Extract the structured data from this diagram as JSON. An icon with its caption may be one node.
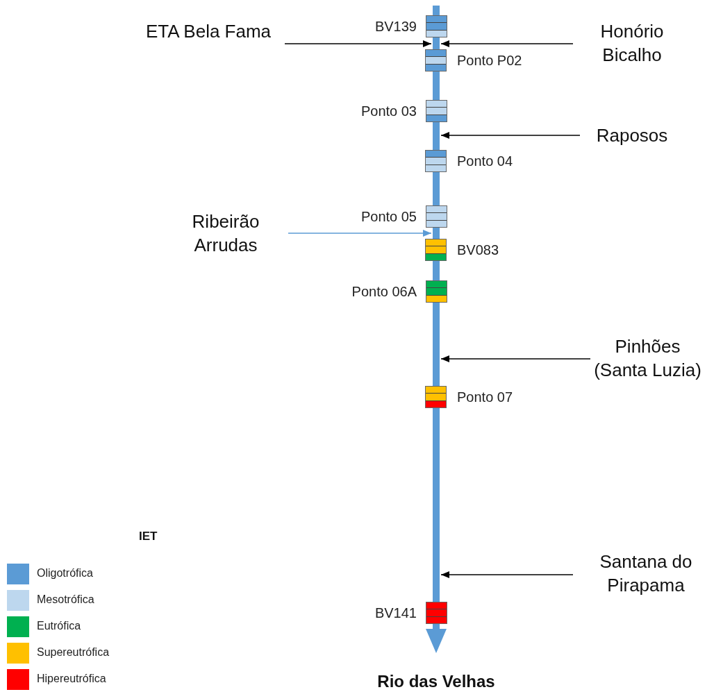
{
  "diagram": {
    "nodes": [
      {
        "text": [
          "Rio das Velhas"
        ]
      },
      {
        "text": [
          "BV139"
        ],
        "in": 0
      },
      {
        "text": [
          "ETA Bela Fama"
        ]
      },
      {
        "text": [
          "Honório Bicalho"
        ]
      },
      {
        "text": [
          "Ponto P02"
        ],
        "in": 0
      },
      {
        "text": [
          "Ponto 03"
        ],
        "in": 0
      },
      {
        "text": [
          "Raposos"
        ]
      },
      {
        "text": [
          "Ponto 04"
        ],
        "in": 0
      },
      {
        "text": [
          "Ribeirão Arrudas"
        ]
      },
      {
        "text": [
          "Ponto 05"
        ],
        "in": 0
      },
      {
        "text": [
          "BV083"
        ],
        "in": 0
      },
      {
        "text": [
          "Ponto 06A"
        ],
        "in": 0
      },
      {
        "text": [
          "Pinhões (Santa Luzia)"
        ]
      },
      {
        "text": [
          "Ponto 07"
        ],
        "in": 0
      },
      {
        "text": [
          "Santana do Pirapama"
        ]
      },
      {
        "text": [
          "BV141"
        ],
        "in": 0
      }
    ],
    "edges": [
      {
        "from": 2,
        "to": 0,
        "arrow": "to"
      },
      {
        "from": 3,
        "to": 0,
        "arrow": "to"
      },
      {
        "from": 6,
        "to": 0,
        "arrow": "to"
      },
      {
        "from": 8,
        "to": 0,
        "arrow": "to",
        "color": "#5b9bd5"
      },
      {
        "from": 12,
        "to": 0,
        "arrow": "to"
      },
      {
        "from": 14,
        "to": 0,
        "arrow": "to"
      }
    ],
    "labels": [
      "IET"
    ],
    "legend": [
      {
        "text": "Oligotrófica",
        "color": "#5b9bd5"
      },
      {
        "text": "Mesotrófica",
        "color": "#bdd7ee"
      },
      {
        "text": "Eutrófica",
        "color": "#00b050"
      },
      {
        "text": "Supereutrófica",
        "color": "#ffc000"
      },
      {
        "text": "Hipereutrófica",
        "color": "#ff0000"
      }
    ]
  }
}
